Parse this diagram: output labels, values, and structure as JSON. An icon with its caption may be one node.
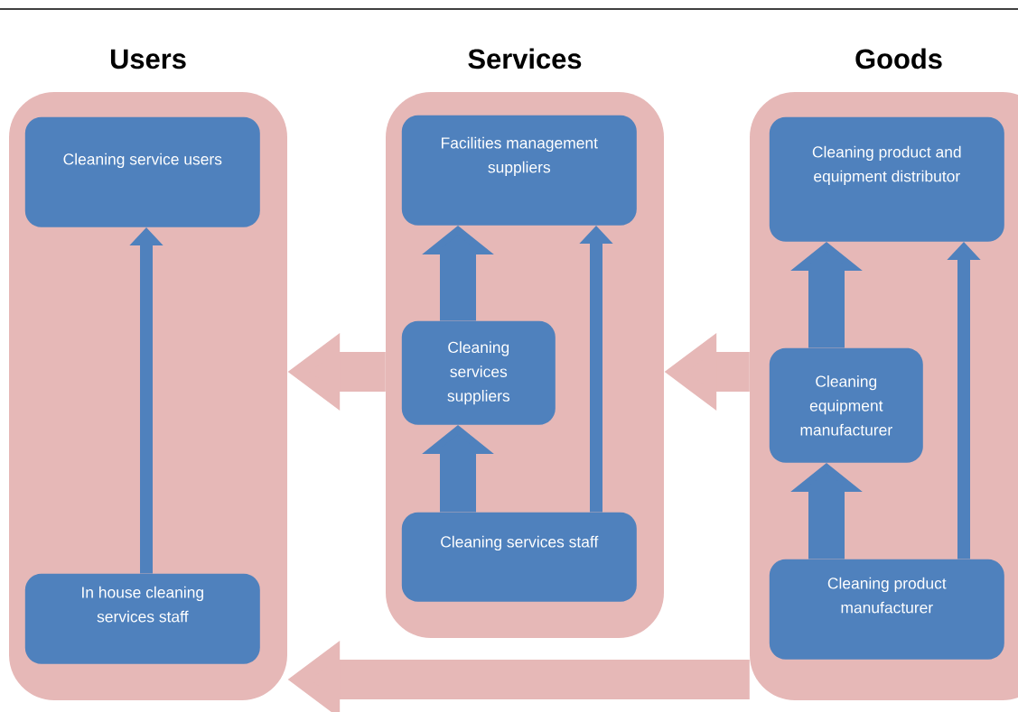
{
  "diagram": {
    "nodes": [
      {
        "text": [
          "Users"
        ]
      },
      {
        "text": [
          "Cleaning service users"
        ],
        "in": 0
      },
      {
        "text": [
          "In house cleaning services staff"
        ],
        "in": 0
      },
      {
        "text": [
          "Services"
        ]
      },
      {
        "text": [
          "Facilities management suppliers"
        ],
        "in": 3
      },
      {
        "text": [
          "Cleaning services suppliers"
        ],
        "in": 3
      },
      {
        "text": [
          "Cleaning services staff"
        ],
        "in": 3
      },
      {
        "text": [
          "Goods"
        ]
      },
      {
        "text": [
          "Cleaning product and equipment distributor"
        ],
        "in": 7
      },
      {
        "text": [
          "Cleaning equipment manufacturer"
        ],
        "in": 7
      },
      {
        "text": [
          "Cleaning product manufacturer"
        ],
        "in": 7
      }
    ],
    "edges": [
      {
        "from": 2,
        "to": 1,
        "arrow": "to"
      },
      {
        "from": 3,
        "to": 0,
        "arrow": "to",
        "color": "#e6b8b7"
      },
      {
        "from": 5,
        "to": 4,
        "arrow": "to"
      },
      {
        "from": 6,
        "to": 5,
        "arrow": "to"
      },
      {
        "from": 6,
        "to": 4,
        "arrow": "to"
      },
      {
        "from": 7,
        "to": 3,
        "arrow": "to",
        "color": "#e6b8b7"
      },
      {
        "from": 9,
        "to": 8,
        "arrow": "to"
      },
      {
        "from": 10,
        "to": 9,
        "arrow": "to"
      },
      {
        "from": 10,
        "to": 8,
        "arrow": "to"
      },
      {
        "from": 7,
        "to": 0,
        "arrow": "to",
        "color": "#e6b8b7"
      }
    ]
  }
}
